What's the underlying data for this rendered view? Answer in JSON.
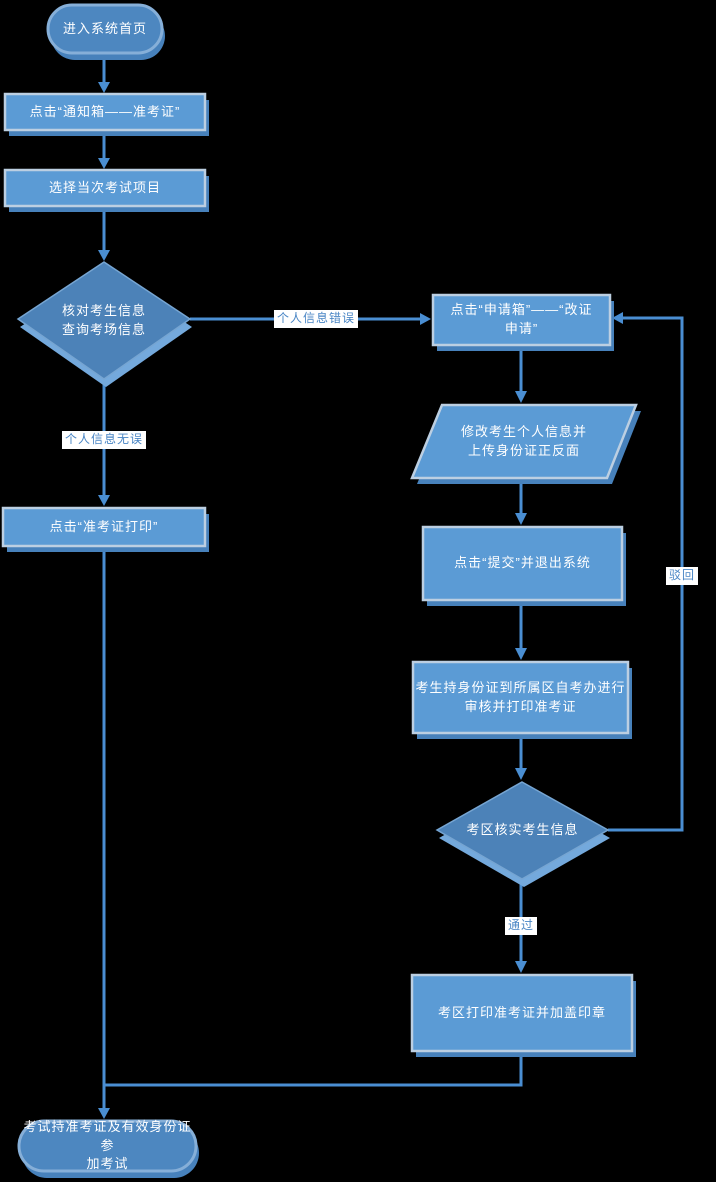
{
  "nodes": {
    "start": {
      "label": "进入系统首页"
    },
    "click_notice": {
      "label": "点击“通知箱——准考证”"
    },
    "select_exam": {
      "label": "选择当次考试项目"
    },
    "check_info": {
      "label": "核对考生信息\n查询考场信息"
    },
    "print_ticket": {
      "label": "点击“准考证打印”"
    },
    "click_apply": {
      "label": "点击“申请箱”——“改证\n申请”"
    },
    "modify_info": {
      "label": "修改考生个人信息并\n上传身份证正反面"
    },
    "submit_exit": {
      "label": "点击“提交”并退出系统"
    },
    "office_review": {
      "label": "考生持身份证到所属区自考办进行\n审核并打印准考证"
    },
    "district_verify": {
      "label": "考区核实考生信息"
    },
    "district_print": {
      "label": "考区打印准考证并加盖印章"
    },
    "end": {
      "label": "考试持准考证及有效身份证参\n加考试"
    }
  },
  "edge_labels": {
    "info_error": "个人信息错误",
    "info_ok": "个人信息无误",
    "reject": "驳回",
    "pass": "通过"
  },
  "colors": {
    "background": "#000000",
    "node_fill": "#5b9bd5",
    "node_shadow": "#4781bb",
    "node_border": "#bccfe2",
    "stadium_fill": "#4d87c0",
    "stadium_ring": "#86afd8",
    "diamond_fill": "#4c82b8",
    "diamond_edge": "#76a5d2",
    "diamond_shadow": "#74a9dc",
    "connector": "#4a8ed2",
    "label_text": "#4a86c5",
    "label_bg": "#ffffff",
    "node_text": "#ffffff"
  }
}
